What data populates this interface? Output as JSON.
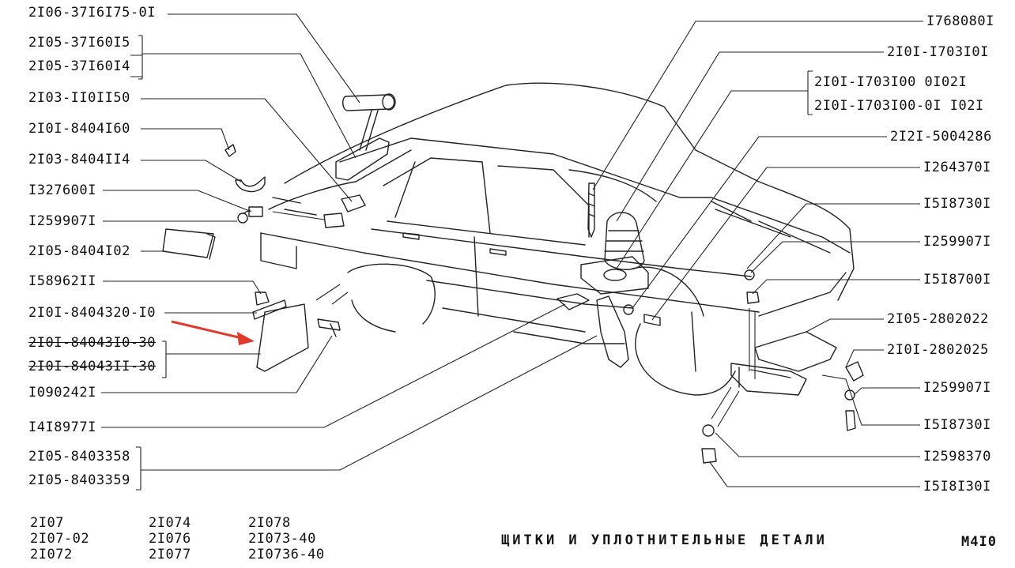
{
  "labels_left": [
    {
      "id": "l1",
      "text": "2I06-37I6I75-0I"
    },
    {
      "id": "l2",
      "text": "2I05-37I60I5"
    },
    {
      "id": "l3",
      "text": "2I05-37I60I4"
    },
    {
      "id": "l4",
      "text": "2I03-II0II50"
    },
    {
      "id": "l5",
      "text": "2I0I-8404I60"
    },
    {
      "id": "l6",
      "text": "2I03-8404II4"
    },
    {
      "id": "l7",
      "text": "I327600I"
    },
    {
      "id": "l8",
      "text": "I259907I"
    },
    {
      "id": "l9",
      "text": "2I05-8404I02"
    },
    {
      "id": "l10",
      "text": "I58962II"
    },
    {
      "id": "l11",
      "text": "2I0I-8404320-I0"
    },
    {
      "id": "l12",
      "text": "2I0I-84043I0-30"
    },
    {
      "id": "l13",
      "text": "2I0I-84043II-30"
    },
    {
      "id": "l14",
      "text": "I090242I"
    },
    {
      "id": "l15",
      "text": "I4I8977I"
    },
    {
      "id": "l16",
      "text": "2I05-8403358"
    },
    {
      "id": "l17",
      "text": "2I05-8403359"
    }
  ],
  "labels_right": [
    {
      "id": "r1",
      "text": "I768080I"
    },
    {
      "id": "r2",
      "text": "2I0I-I703I0I"
    },
    {
      "id": "r3",
      "text": "2I0I-I703I00  0I02I"
    },
    {
      "id": "r4",
      "text": "2I0I-I703I00-0I I02I"
    },
    {
      "id": "r5",
      "text": "2I2I-5004286"
    },
    {
      "id": "r6",
      "text": "I264370I"
    },
    {
      "id": "r7",
      "text": "I5I8730I"
    },
    {
      "id": "r8",
      "text": "I259907I"
    },
    {
      "id": "r9",
      "text": "I5I8700I"
    },
    {
      "id": "r10",
      "text": "2I05-2802022"
    },
    {
      "id": "r11",
      "text": "2I0I-2802025"
    },
    {
      "id": "r12",
      "text": "I259907I"
    },
    {
      "id": "r13",
      "text": "I5I8730I"
    },
    {
      "id": "r14",
      "text": "I2598370"
    },
    {
      "id": "r15",
      "text": "I5I8I30I"
    }
  ],
  "models": {
    "col1": [
      "2I07",
      "2I07-02",
      "2I072"
    ],
    "col2": [
      "2I074",
      "2I076",
      "2I077"
    ],
    "col3": [
      "2I078",
      "2I073-40",
      "2I0736-40"
    ]
  },
  "caption": "ЩИТКИ И УПЛОТНИТЕЛЬНЫЕ ДЕТАЛИ",
  "page_id": "М4I0",
  "colors": {
    "ink": "#111111",
    "arrow": "#e03a2c"
  }
}
